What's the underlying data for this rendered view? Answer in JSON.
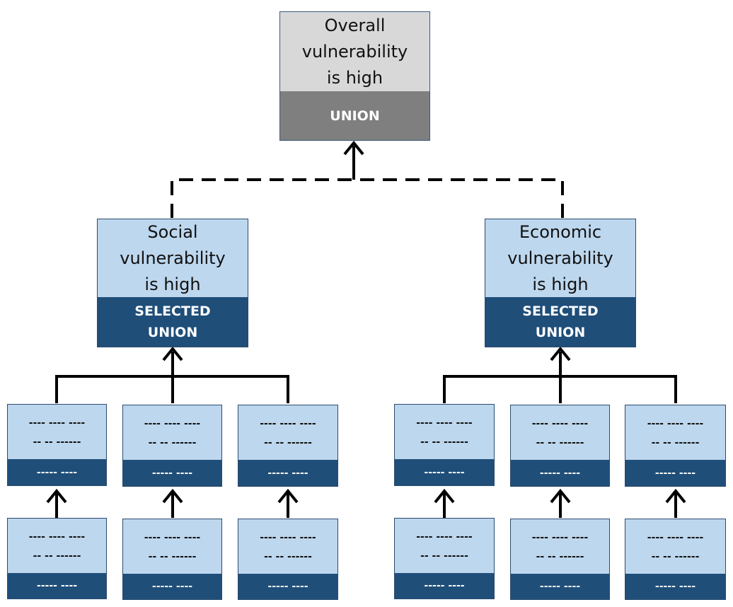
{
  "root": {
    "text_lines": [
      "Overall",
      "vulnerability",
      "is high"
    ],
    "operator": "UNION"
  },
  "social": {
    "text_lines": [
      "Social",
      "vulnerability",
      "is high"
    ],
    "operator_lines": [
      "SELECTED",
      "UNION"
    ]
  },
  "economic": {
    "text_lines": [
      "Economic",
      "vulnerability",
      "is high"
    ],
    "operator_lines": [
      "SELECTED",
      "UNION"
    ]
  },
  "leaf": {
    "text_lines": [
      "---- ---- ----",
      "-- -- ------"
    ],
    "operator": "----- ----"
  },
  "colors": {
    "root_top": "#d8d8d8",
    "root_bottom": "#7f7f7f",
    "node_light": "#bdd7ee",
    "node_dark": "#1f4e79",
    "border": "#2c4b6e",
    "connector": "#000000"
  }
}
